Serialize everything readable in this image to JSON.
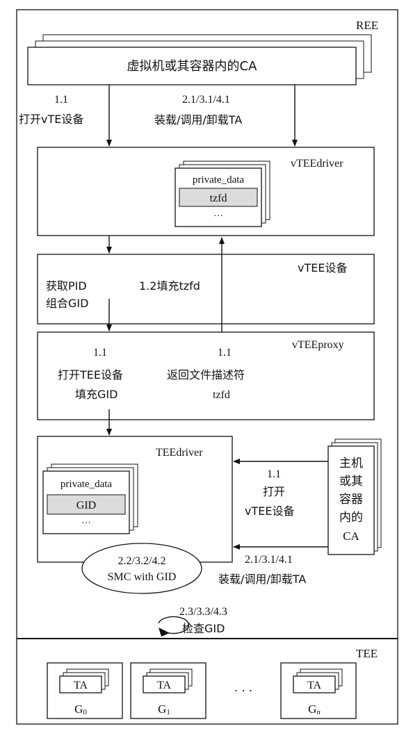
{
  "ree": {
    "label": "REE",
    "ca_box": "虚拟机或其容器内的CA",
    "arrow_open_num": "1.1",
    "arrow_open_text": "打开vTE设备",
    "arrow_load_num": "2.1/3.1/4.1",
    "arrow_load_text": "装载/调用/卸载TA",
    "vteedriver": {
      "label": "vTEEdriver",
      "private_data": "private_data",
      "field": "tzfd",
      "ellipsis": "···"
    },
    "vtee_device": {
      "label": "vTEE设备",
      "left_line1": "获取PID",
      "left_line2": "组合GID",
      "right_text": "1.2填充tzfd"
    },
    "vteeproxy": {
      "label": "vTEEproxy",
      "left_num": "1.1",
      "left_line1": "打开TEE设备",
      "left_line2": "填充GID",
      "right_num": "1.1",
      "right_line1": "返回文件描述符",
      "right_line2": "tzfd"
    },
    "teedriver": {
      "label": "TEEdriver",
      "private_data": "private_data",
      "field": "GID",
      "ellipsis": "···",
      "smc_line1": "2.2/3.2/4.2",
      "smc_line2": "SMC with GID"
    },
    "host_ca": {
      "lines": [
        "主机",
        "或其",
        "容器",
        "内的",
        "CA"
      ]
    },
    "host_open_num": "1.1",
    "host_open_line1": "打开",
    "host_open_line2": "vTEE设备",
    "host_load_num": "2.1/3.1/4.1",
    "host_load_text": "装载/调用/卸载TA",
    "check_num": "2.3/3.3/4.3",
    "check_text": "检查GID"
  },
  "tee": {
    "label": "TEE",
    "groups": [
      {
        "ta": "TA",
        "g": "G",
        "sub": "0"
      },
      {
        "ta": "TA",
        "g": "G",
        "sub": "1"
      },
      {
        "ta": "TA",
        "g": "G",
        "sub": "n"
      }
    ],
    "dots": "· · ·"
  }
}
